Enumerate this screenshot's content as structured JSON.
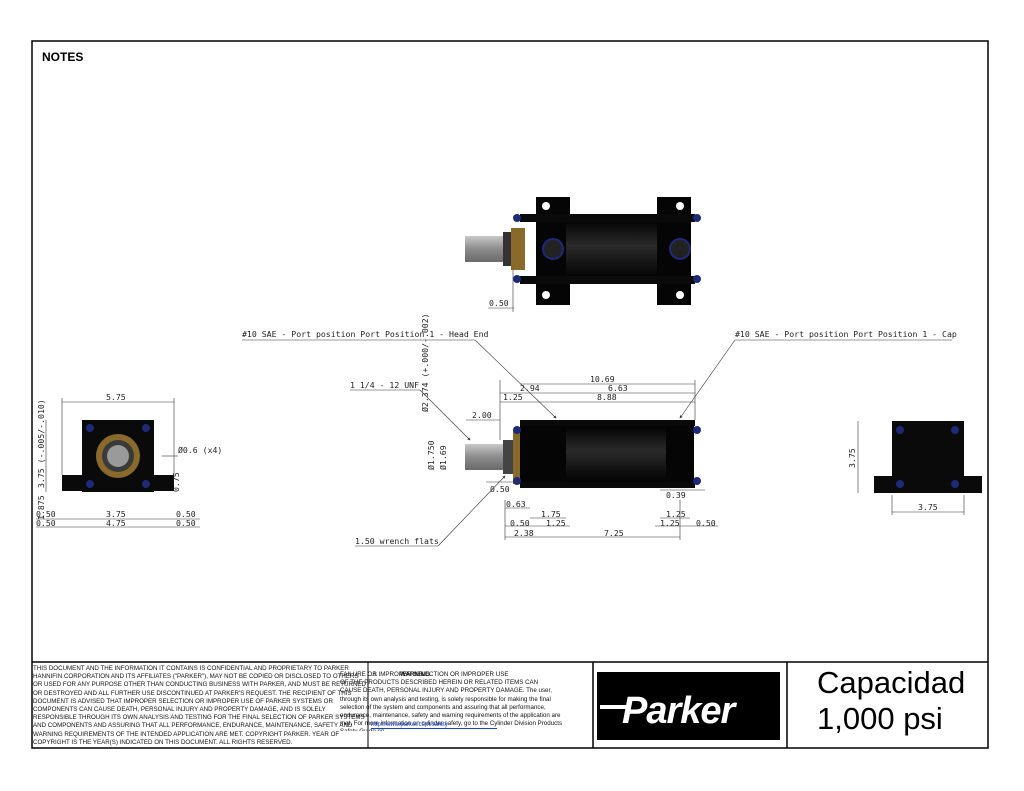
{
  "notes_label": "NOTES",
  "callouts": {
    "port_head": "#10 SAE - Port position Port Position 1 - Head End",
    "port_cap": "#10 SAE - Port position Port Position 1 - Cap",
    "thread": "1 1/4 - 12 UNF",
    "wrench": "1.50 wrench flats",
    "holes": "Ø0.6 (x4)",
    "rod_dia": "Ø2.374 (+.000/-.002)"
  },
  "dims_top": {
    "rod_ext": "0.50"
  },
  "dims_front": {
    "d5_75": "5.75",
    "d3_75v": "3.75 (-.005/-.010)",
    "d1_875": "1.875",
    "d0_75": "0.75",
    "d0_50a": "0.50",
    "d3_75": "3.75",
    "d0_50b": "0.50",
    "d0_50c": "0.50",
    "d4_75": "4.75",
    "d0_50d": "0.50"
  },
  "dims_side": {
    "d10_69": "10.69",
    "d2_94": "2.94",
    "d6_63": "6.63",
    "d1_25a": "1.25",
    "d8_88": "8.88",
    "d2_00": "2.00",
    "d1_750": "Ø1.750",
    "d1_69": "Ø1.69",
    "d0_50": "0.50",
    "d0_39": "0.39",
    "d0_63": "0.63",
    "d1_75": "1.75",
    "d1_25b": "1.25",
    "d0_50e": "0.50",
    "d1_25c": "1.25",
    "d1_25d": "1.25",
    "d0_50f": "0.50",
    "d2_38": "2.38",
    "d7_25": "7.25"
  },
  "dims_rear": {
    "d3_75v": "3.75",
    "d3_75h": "3.75"
  },
  "title_block": {
    "confidential": "THIS DOCUMENT AND THE INFORMATION IT CONTAINS IS CONFIDENTIAL AND PROPRIETARY TO PARKER\nHANNIFIN CORPORATION AND ITS AFFILIATES (\"PARKER\"), MAY NOT BE COPIED OR DISCLOSED TO OTHERS\nOR USED FOR ANY PURPOSE OTHER THAN CONDUCTING BUSINESS WITH PARKER, AND MUST BE RETURNED\nOR DESTROYED AND ALL FURTHER USE DISCONTINUED AT PARKER'S REQUEST. THE RECIPIENT OF THIS\nDOCUMENT IS ADVISED THAT IMPROPER SELECTION OR IMPROPER USE OF PARKER SYSTEMS OR\nCOMPONENTS CAN CAUSE DEATH, PERSONAL INJURY AND PROPERTY DAMAGE, AND IS SOLELY\nRESPONSIBLE THROUGH ITS OWN ANALYSIS AND TESTING FOR THE FINAL SELECTION OF PARKER SYSTEMS\nAND COMPONENTS AND ASSURING THAT ALL PERFORMANCE, ENDURANCE, MAINTENANCE, SAFETY AND\nWARNING REQUIREMENTS OF THE INTENDED APPLICATION ARE MET. COPYRIGHT PARKER. YEAR OF\nCOPYRIGHT IS THE YEAR(S) INDICATED ON THIS DOCUMENT. ALL RIGHTS RESERVED.",
    "warning_title": "WARNING",
    "warning_body": "FAILURE OR IMPROPER SELECTION OR IMPROPER USE\nOF THE PRODUCTS DESCRIBED HEREIN OR RELATED ITEMS CAN\nCAUSE DEATH, PERSONAL INJURY AND PROPERTY DAMAGE. The user,\nthrough its own analysis and testing, is solely responsible for making the final\nselection of the system and components and assuring that all performance,\nendurance, maintenance, safety and warning requirements of the application are\nmet. For more information on cylinder safety, go to the Cylinder Division Products\nSafety Guide on",
    "safety_link": "http://www.parker.com/safety",
    "logo": "Parker",
    "capacity_line1": "Capacidad",
    "capacity_line2": "1,000 psi"
  },
  "colors": {
    "body": "#0b0b0b",
    "brass": "#8a6a2a",
    "rod": "#9a9a9a",
    "bolt": "#1e2a78",
    "logo_bg": "#000000"
  }
}
